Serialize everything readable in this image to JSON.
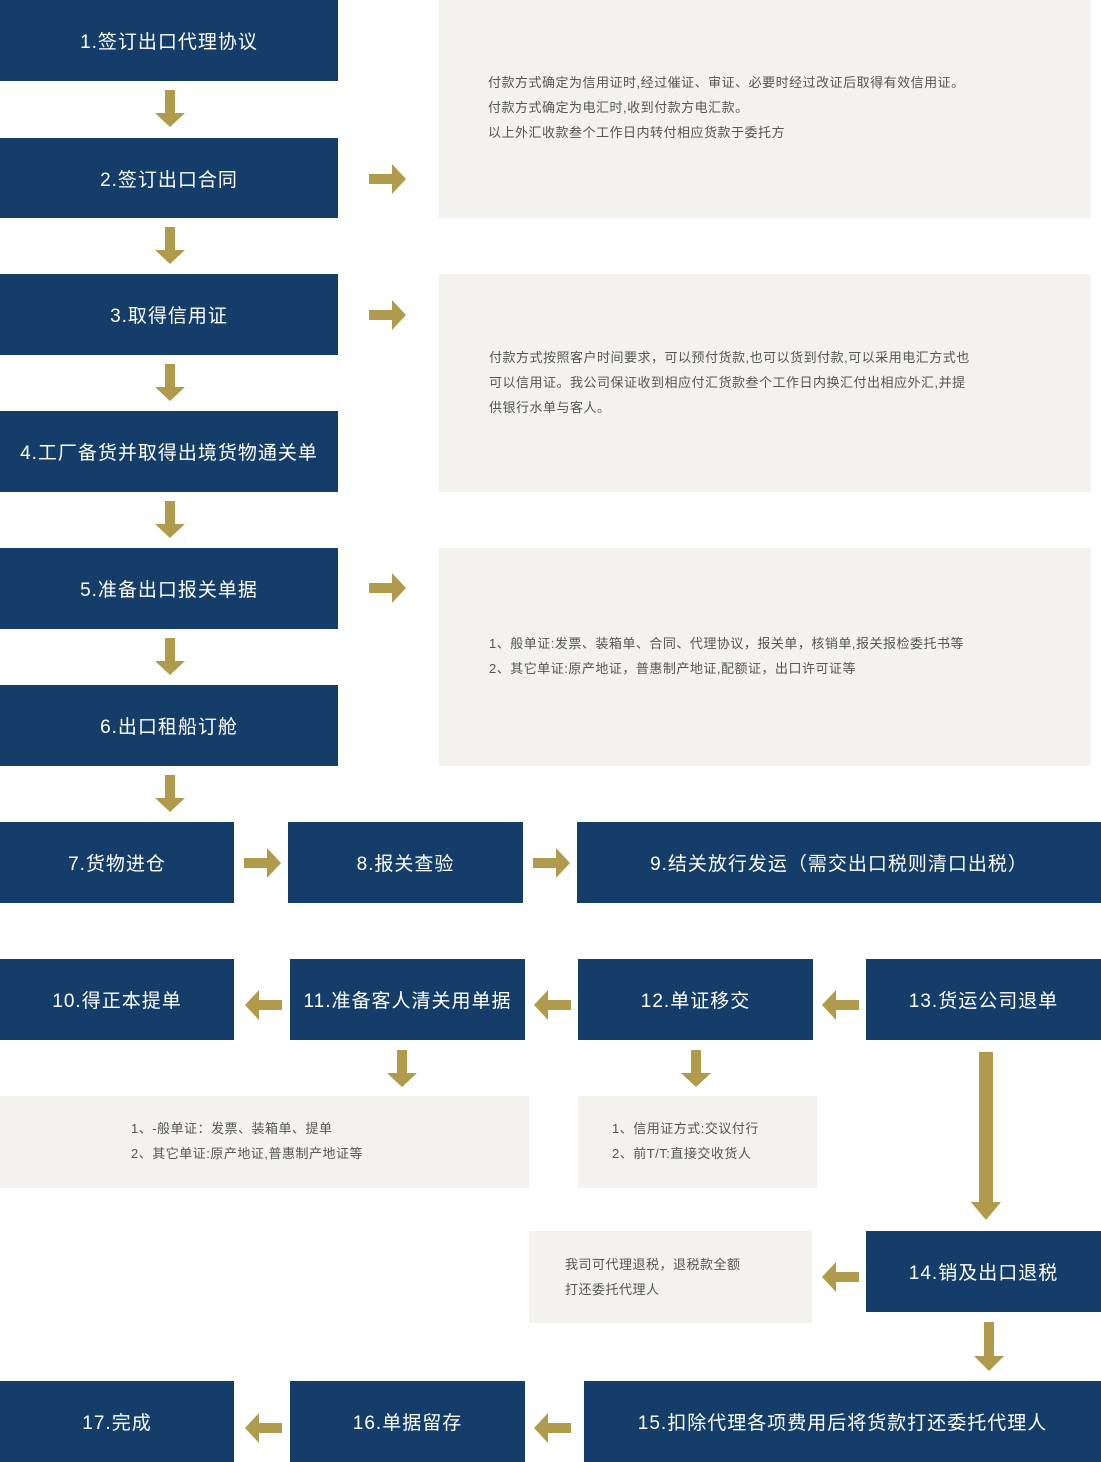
{
  "colors": {
    "step_bg": "#143e69",
    "arrow": "#b09a4b",
    "note_bg": "#f3f2ef",
    "note_text": "#555555"
  },
  "steps": {
    "s1": "1.签订出口代理协议",
    "s2": "2.签订出口合同",
    "s3": "3.取得信用证",
    "s4": "4.工厂备货并取得出境货物通关单",
    "s5": "5.准备出口报关单据",
    "s6": "6.出口租船订舱",
    "s7": "7.货物进仓",
    "s8": "8.报关查验",
    "s9": "9.结关放行发运（需交出口税则清口出税）",
    "s10": "10.得正本提单",
    "s11": "11.准备客人清关用单据",
    "s12": "12.单证移交",
    "s13": "13.货运公司退单",
    "s14": "14.销及出口退税",
    "s15": "15.扣除代理各项费用后将货款打还委托代理人",
    "s16": "16.单据留存",
    "s17": "17.完成"
  },
  "notes": {
    "n1": [
      "付款方式确定为信用证时,经过催证、审证、必要时经过改证后取得有效信用证。",
      "付款方式确定为电汇时,收到付款方电汇款。",
      "以上外汇收款叁个工作日内转付相应货款于委托方"
    ],
    "n2": [
      "付款方式按照客户时间要求，可以预付货款,也可以货到付款,可以采用电汇方式也",
      "可以信用证。我公司保证收到相应付汇货款叁个工作日内换汇付出相应外汇,并提",
      "供银行水单与客人。"
    ],
    "n3": [
      "1、般单证:发票、装箱单、合同、代理协议，报关单，核销单,报关报检委托书等",
      "2、其它单证:原产地证，普惠制产地证,配额证，出口许可证等"
    ],
    "n4": [
      "1、-般单证：发票、装箱单、提单",
      "2、其它单证:原产地证,普惠制产地证等"
    ],
    "n5": [
      "1、信用证方式:交议付行",
      "2、前T/T:直接交收货人"
    ],
    "n6": [
      "我司可代理退税，退税款全额",
      "打还委托代理人"
    ]
  }
}
